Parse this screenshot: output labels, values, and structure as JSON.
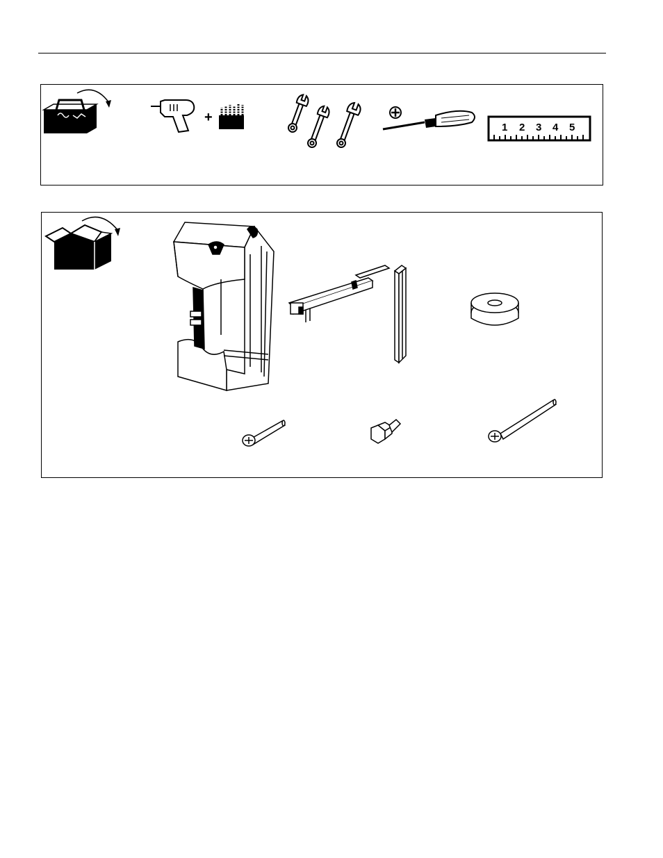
{
  "tools_panel": {
    "icons": [
      "toolbox-icon",
      "power-drill-icon",
      "plus-icon",
      "drill-bits-icon",
      "wrench-set-icon",
      "phillips-screwdriver-icon",
      "tape-measure-icon"
    ],
    "drill_plus_symbol": "+",
    "ruler_numbers": [
      "1",
      "2",
      "3",
      "4",
      "5"
    ]
  },
  "parts_panel": {
    "icons": [
      "open-box-icon",
      "enclosure-housing-icon",
      "mounting-rail-icon",
      "channel-bar-icon",
      "round-washer-icon",
      "short-screw-icon",
      "hex-bolt-icon",
      "long-screw-icon"
    ]
  }
}
